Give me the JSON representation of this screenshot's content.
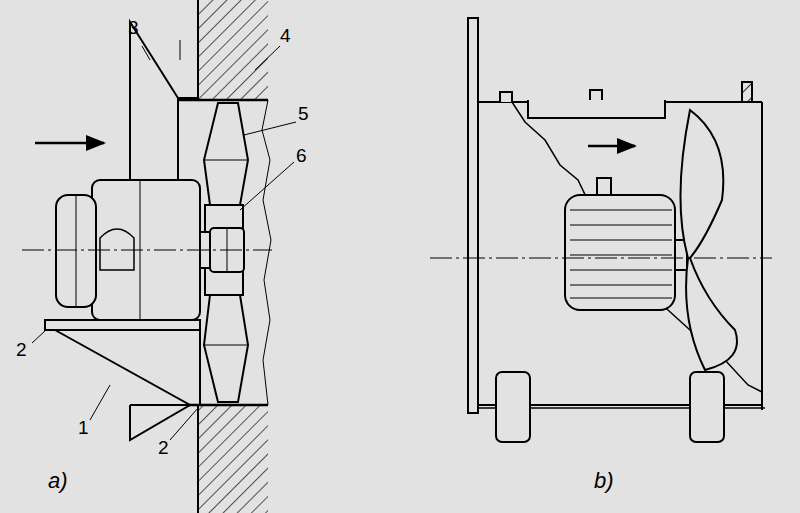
{
  "diagram": {
    "labels": [
      "3",
      "4",
      "5",
      "6",
      "2",
      "1",
      "2",
      "a)",
      "b)"
    ]
  }
}
